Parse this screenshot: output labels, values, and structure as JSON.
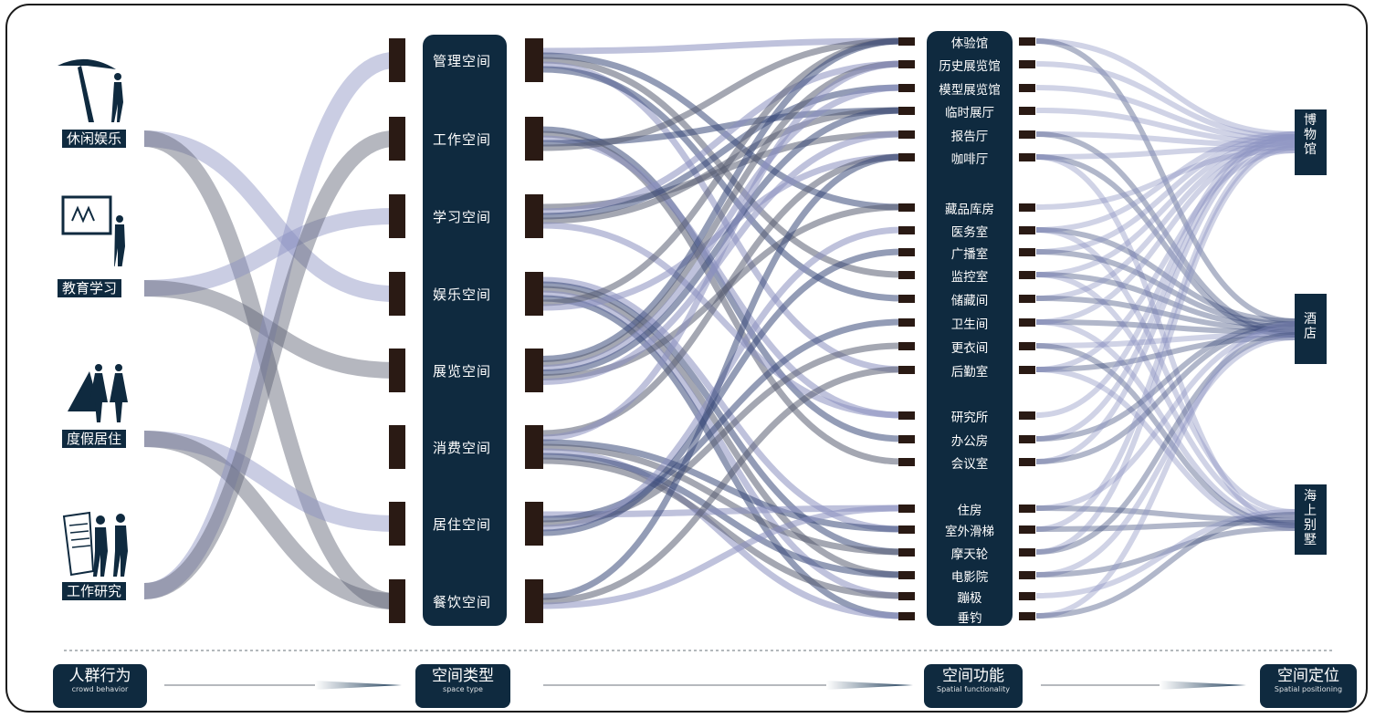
{
  "behaviors": [
    {
      "id": "leisure",
      "label": "休闲娱乐"
    },
    {
      "id": "education",
      "label": "教育学习"
    },
    {
      "id": "vacation",
      "label": "度假居住"
    },
    {
      "id": "work",
      "label": "工作研究"
    }
  ],
  "space_types": [
    {
      "id": "mgmt",
      "label": "管理空间"
    },
    {
      "id": "work",
      "label": "工作空间"
    },
    {
      "id": "study",
      "label": "学习空间"
    },
    {
      "id": "ent",
      "label": "娱乐空间"
    },
    {
      "id": "exhib",
      "label": "展览空间"
    },
    {
      "id": "cons",
      "label": "消费空间"
    },
    {
      "id": "res",
      "label": "居住空间"
    },
    {
      "id": "dine",
      "label": "餐饮空间"
    }
  ],
  "functions": [
    {
      "label": "体验馆"
    },
    {
      "label": "历史展览馆"
    },
    {
      "label": "模型展览馆"
    },
    {
      "label": "临时展厅"
    },
    {
      "label": "报告厅"
    },
    {
      "label": "咖啡厅"
    },
    {
      "label": "藏品库房"
    },
    {
      "label": "医务室"
    },
    {
      "label": "广播室"
    },
    {
      "label": "监控室"
    },
    {
      "label": "储藏间"
    },
    {
      "label": "卫生间"
    },
    {
      "label": "更衣间"
    },
    {
      "label": "后勤室"
    },
    {
      "label": "研究所"
    },
    {
      "label": "办公房"
    },
    {
      "label": "会议室"
    },
    {
      "label": "住房"
    },
    {
      "label": "室外滑梯"
    },
    {
      "label": "摩天轮"
    },
    {
      "label": "电影院"
    },
    {
      "label": "蹦极"
    },
    {
      "label": "垂钓"
    }
  ],
  "positionings": [
    {
      "id": "museum",
      "label": "博物馆"
    },
    {
      "id": "hotel",
      "label": "酒店"
    },
    {
      "id": "villa",
      "label": "海上别墅"
    }
  ],
  "legend": [
    {
      "label": "人群行为",
      "sublabel": "crowd behavior"
    },
    {
      "label": "空间类型",
      "sublabel": "space type"
    },
    {
      "label": "空间功能",
      "sublabel": "Spatial functionality"
    },
    {
      "label": "空间定位",
      "sublabel": "Spatial positioning"
    }
  ],
  "links_behavior_type": [
    [
      "leisure",
      "ent"
    ],
    [
      "leisure",
      "dine"
    ],
    [
      "education",
      "study"
    ],
    [
      "education",
      "exhib"
    ],
    [
      "vacation",
      "res"
    ],
    [
      "vacation",
      "dine"
    ],
    [
      "work",
      "mgmt"
    ],
    [
      "work",
      "work"
    ]
  ],
  "links_type_function": {
    "mgmt": [
      0,
      6,
      9,
      13,
      10
    ],
    "work": [
      15,
      16,
      14,
      3,
      0
    ],
    "study": [
      4,
      1,
      2,
      3,
      14
    ],
    "ent": [
      18,
      19,
      20,
      21,
      22,
      0,
      5
    ],
    "exhib": [
      0,
      1,
      2,
      3,
      6,
      4
    ],
    "cons": [
      5,
      1,
      18,
      19,
      22,
      20,
      21
    ],
    "res": [
      17,
      11,
      12,
      7,
      8
    ],
    "dine": [
      5,
      13,
      17
    ]
  },
  "links_function_position": [
    [
      "museum",
      "hotel"
    ],
    [
      "museum"
    ],
    [
      "museum"
    ],
    [
      "museum"
    ],
    [
      "museum",
      "hotel"
    ],
    [
      "museum",
      "hotel",
      "villa"
    ],
    [
      "museum"
    ],
    [
      "museum",
      "hotel",
      "villa"
    ],
    [
      "museum",
      "hotel"
    ],
    [
      "museum",
      "hotel",
      "villa"
    ],
    [
      "museum",
      "hotel"
    ],
    [
      "museum",
      "hotel",
      "villa"
    ],
    [
      "hotel",
      "villa"
    ],
    [
      "museum",
      "hotel",
      "villa"
    ],
    [
      "museum"
    ],
    [
      "museum",
      "hotel"
    ],
    [
      "museum",
      "hotel"
    ],
    [
      "hotel",
      "villa"
    ],
    [
      "museum",
      "villa"
    ],
    [
      "museum",
      "hotel"
    ],
    [
      "hotel",
      "villa"
    ],
    [
      "villa"
    ],
    [
      "hotel",
      "villa"
    ]
  ],
  "colors": {
    "panel": "#0f2a3f",
    "connector": "#2a1a14",
    "flow": "#3b4a7a",
    "flow_light": "#8a90c0",
    "flow_grey": "#5a5f72",
    "arrow": "#1b3a57"
  }
}
